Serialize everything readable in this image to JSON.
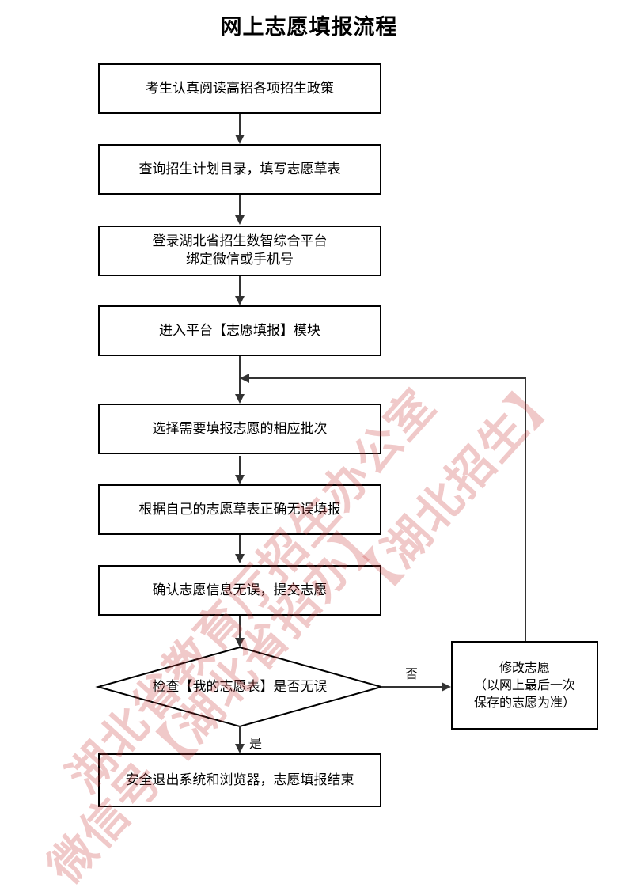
{
  "title": "网上志愿填报流程",
  "steps": [
    "考生认真阅读高招各项招生政策",
    "查询招生计划目录，填写志愿草表",
    "登录湖北省招生数智综合平台",
    "绑定微信或手机号",
    "进入平台【志愿填报】模块",
    "选择需要填报志愿的相应批次",
    "根据自己的志愿草表正确无误填报",
    "确认志愿信息无误，提交志愿"
  ],
  "decision": "检查【我的志愿表】是否无误",
  "final_step": "安全退出系统和浏览器，志愿填报结束",
  "side_box": {
    "line1": "修改志愿",
    "line2": "（以网上最后一次",
    "line3": "保存的志愿为准）"
  },
  "edge_labels": {
    "no": "否",
    "yes": "是"
  },
  "watermarks": {
    "line1": "湖北省教育厅招生办公室",
    "line2": "【湖北招生】",
    "line3": "微信号【湖北省招办】"
  },
  "colors": {
    "line": "#333333",
    "watermark": "#c83c3c"
  }
}
